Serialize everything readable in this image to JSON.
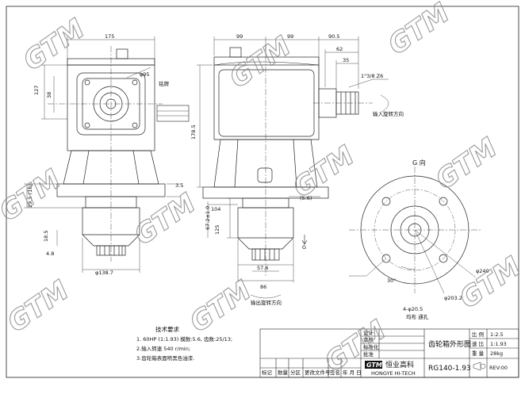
{
  "watermark": "GTM",
  "dimensions": {
    "d175": "175",
    "d127": "127",
    "d38": "38",
    "d95": "φ95",
    "d99a": "99",
    "d99b": "99",
    "d90_5": "90.5",
    "d62": "62",
    "d35": "35",
    "d178_5": "178.5",
    "d3_5": "3.5",
    "d29_5": "29.5 (16)",
    "d104": "104",
    "d5_6": "(5.6)",
    "d67_2": "67.2±1.0",
    "d125": "125",
    "d18_5": "18.5",
    "d4_8": "4.8",
    "d138_7": "φ138.7",
    "d57_6": "57.6",
    "d86": "86",
    "d240": "φ240",
    "d203_2": "φ203.2",
    "d30": "30°",
    "d4_holes": "4-φ20.5",
    "d_thru": "均布 通孔",
    "thread": "1\"3/8 Z6",
    "nameplate": "铭牌",
    "rotation_label": "输入旋转方向",
    "output_rotation": "输出旋转方向",
    "g_mark": "G",
    "g_view": "G 向"
  },
  "tech_req": {
    "title": "技术要求",
    "line1": "1. 60HP (1:1.93)  模数:5.6, 齿数:25/13;",
    "line2": "2.输入转速 540 r/min;",
    "line3": "3.齿轮箱表面喷黑色油漆."
  },
  "title_block": {
    "drawing_name": "齿轮箱外形图",
    "drawing_no": "RG140-1.93",
    "scale_label": "比 例",
    "scale_value": "1:2.5",
    "ratio_label": "速 比",
    "ratio_value": "1:1.93",
    "weight_label": "重 量",
    "weight_value": "28kg",
    "rev": "REV:00",
    "design": "设计",
    "check": "审核",
    "standard": "标准化",
    "approve": "批准",
    "company_cn": "恒业高科",
    "company_en": "HONGYE HI-TECH",
    "h_mark": "标记",
    "h_count": "数量",
    "h_zone": "分区",
    "h_file": "更改文件号",
    "h_sign": "签名",
    "h_date": "年 月 日"
  }
}
